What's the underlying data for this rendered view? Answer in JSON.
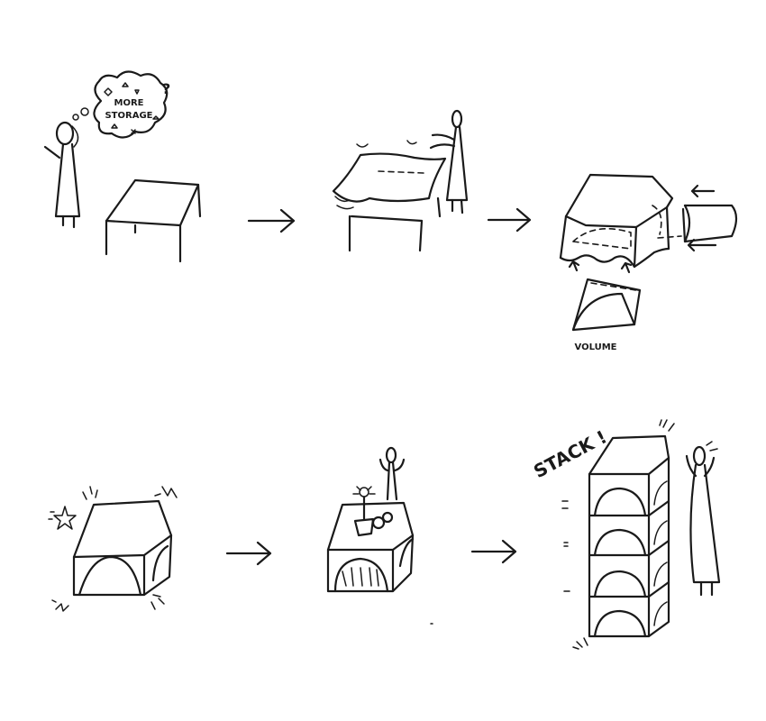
{
  "thought_bubble": {
    "line1": "MORE",
    "line2": "STORAGE",
    "mark": "?"
  },
  "volume_label": "VOLUME",
  "stack_label": "STACK !",
  "steps": [
    {
      "id": 1,
      "content": "person thinking beside a bare table"
    },
    {
      "id": 2,
      "content": "person draping a sheet over the table"
    },
    {
      "id": 3,
      "content": "draped table with dashed volume inserts"
    },
    {
      "id": 4,
      "content": "finished fabric box unit"
    },
    {
      "id": 5,
      "content": "box unit used as a side table with a plant"
    },
    {
      "id": 6,
      "content": "units stacked into a tower"
    }
  ],
  "arrows": [
    "arrow-1-2",
    "arrow-2-3",
    "arrow-4-5",
    "arrow-5-6"
  ],
  "icons": [
    "thought-bubble-icon",
    "arrow-icon",
    "star-icon",
    "plant-icon",
    "person-icon"
  ]
}
